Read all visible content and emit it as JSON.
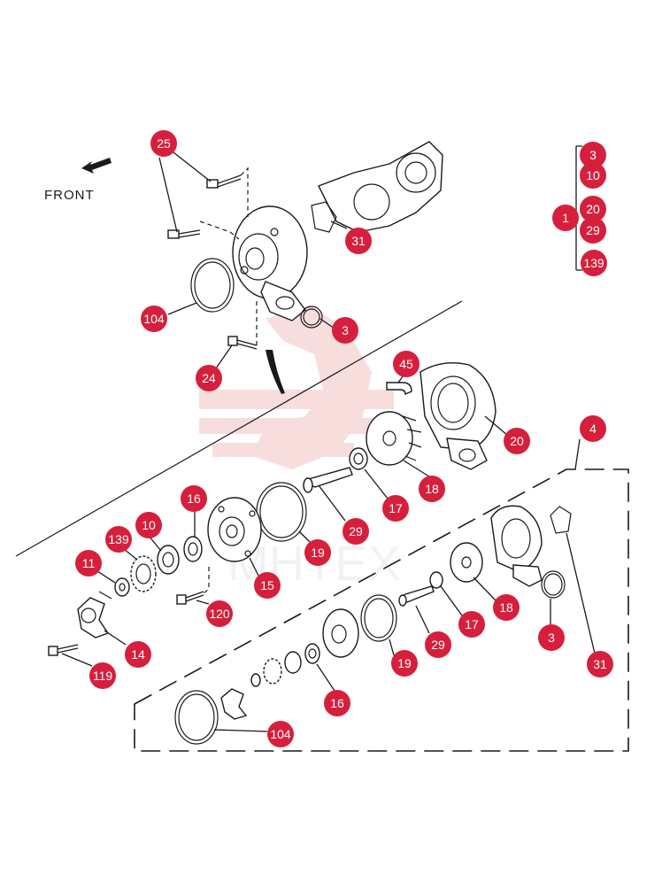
{
  "front_label": "FRONT",
  "watermark_text": "MHTEX",
  "colors": {
    "callout": "#d61f3c",
    "line": "#1a1a1a",
    "watermark": "#f4c3c3"
  },
  "callouts": [
    "1",
    "3",
    "10",
    "20",
    "29",
    "139",
    "25",
    "31",
    "104",
    "3",
    "24",
    "45",
    "20",
    "4",
    "18",
    "17",
    "29",
    "19",
    "16",
    "10",
    "139",
    "11",
    "15",
    "120",
    "14",
    "119",
    "18",
    "17",
    "3",
    "31",
    "29",
    "19",
    "16",
    "104"
  ],
  "icons": [
    "front-arrow-icon",
    "watermark-logo-icon"
  ]
}
